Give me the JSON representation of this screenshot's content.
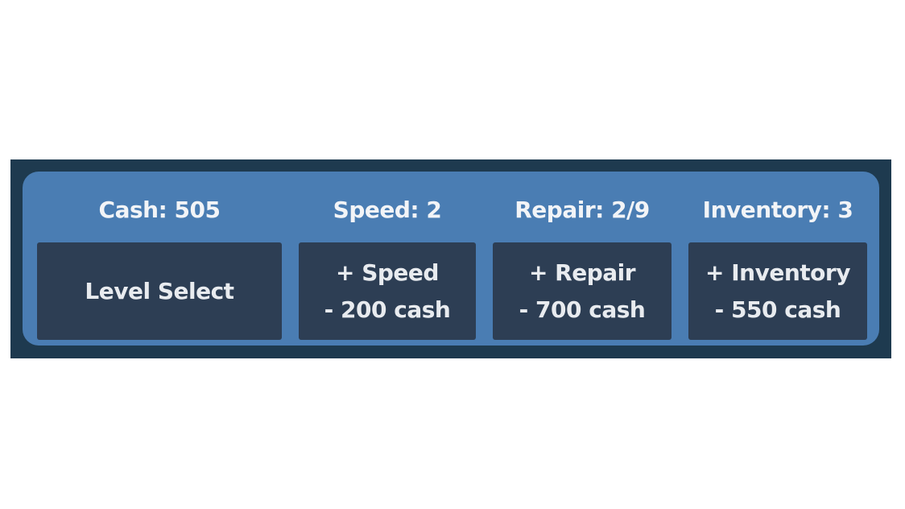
{
  "stats": {
    "cash": "Cash: 505",
    "speed": "Speed: 2",
    "repair": "Repair: 2/9",
    "inventory": "Inventory: 3"
  },
  "buttons": {
    "level_select": "Level Select",
    "speed_line1": "+ Speed",
    "speed_line2": "- 200 cash",
    "repair_line1": "+ Repair",
    "repair_line2": "- 700 cash",
    "inventory_line1": "+ Inventory",
    "inventory_line2": "- 550 cash"
  },
  "colors": {
    "frame": "#1e3a4f",
    "panel": "#4a7db3",
    "button": "#2d3e54",
    "text": "#f2f4f7",
    "background": "#ffffff"
  }
}
